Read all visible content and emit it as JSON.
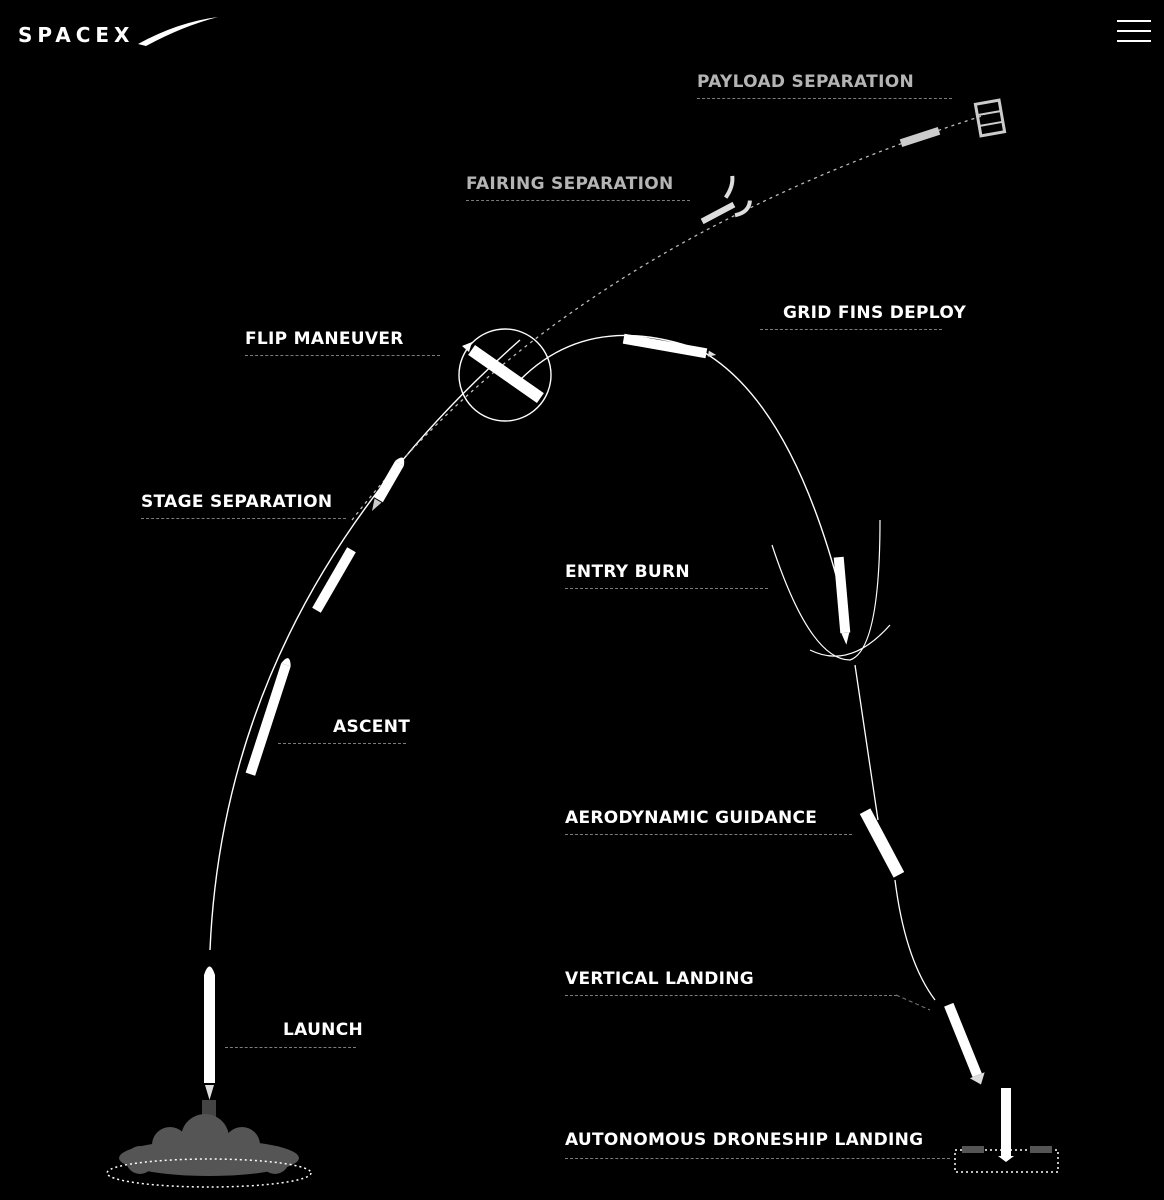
{
  "header": {
    "logo_text": "SPACEX",
    "menu_icon": "hamburger-menu-icon"
  },
  "stages": [
    {
      "id": "payload-separation",
      "label": "PAYLOAD SEPARATION"
    },
    {
      "id": "fairing-separation",
      "label": "FAIRING SEPARATION"
    },
    {
      "id": "grid-fins-deploy",
      "label": "GRID FINS DEPLOY"
    },
    {
      "id": "flip-maneuver",
      "label": "FLIP MANEUVER"
    },
    {
      "id": "stage-separation",
      "label": "STAGE SEPARATION"
    },
    {
      "id": "entry-burn",
      "label": "ENTRY BURN"
    },
    {
      "id": "ascent",
      "label": "ASCENT"
    },
    {
      "id": "aerodynamic-guidance",
      "label": "AERODYNAMIC GUIDANCE"
    },
    {
      "id": "vertical-landing",
      "label": "VERTICAL LANDING"
    },
    {
      "id": "launch",
      "label": "LAUNCH"
    },
    {
      "id": "autonomous-droneship-landing",
      "label": "AUTONOMOUS DRONESHIP LANDING"
    }
  ],
  "colors": {
    "background": "#000000",
    "foreground": "#ffffff",
    "dim_label": "#b4b4b4",
    "leader_line": "#7c7c7c",
    "exhaust_cloud": "#555555"
  }
}
